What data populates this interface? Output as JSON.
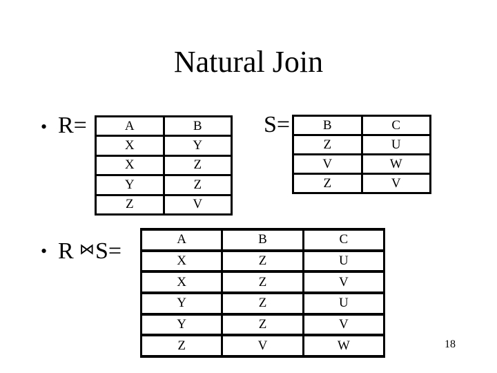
{
  "slide": {
    "title": "Natural Join",
    "page_number": "18",
    "bullet": "•",
    "colors": {
      "background": "#ffffff",
      "text": "#000000",
      "table_border": "#000000"
    }
  },
  "relation_r": {
    "label": "R=",
    "headers": [
      "A",
      "B"
    ],
    "rows": [
      [
        "X",
        "Y"
      ],
      [
        "X",
        "Z"
      ],
      [
        "Y",
        "Z"
      ],
      [
        "Z",
        "V"
      ]
    ]
  },
  "relation_s": {
    "label": "S=",
    "headers": [
      "B",
      "C"
    ],
    "rows": [
      [
        "Z",
        "U"
      ],
      [
        "V",
        "W"
      ],
      [
        "Z",
        "V"
      ]
    ]
  },
  "join_result": {
    "label_r": "R",
    "operator": "⋈",
    "label_s": "S=",
    "headers": [
      "A",
      "B",
      "C"
    ],
    "rows": [
      [
        "X",
        "Z",
        "U"
      ],
      [
        "X",
        "Z",
        "V"
      ],
      [
        "Y",
        "Z",
        "U"
      ],
      [
        "Y",
        "Z",
        "V"
      ],
      [
        "Z",
        "V",
        "W"
      ]
    ]
  }
}
